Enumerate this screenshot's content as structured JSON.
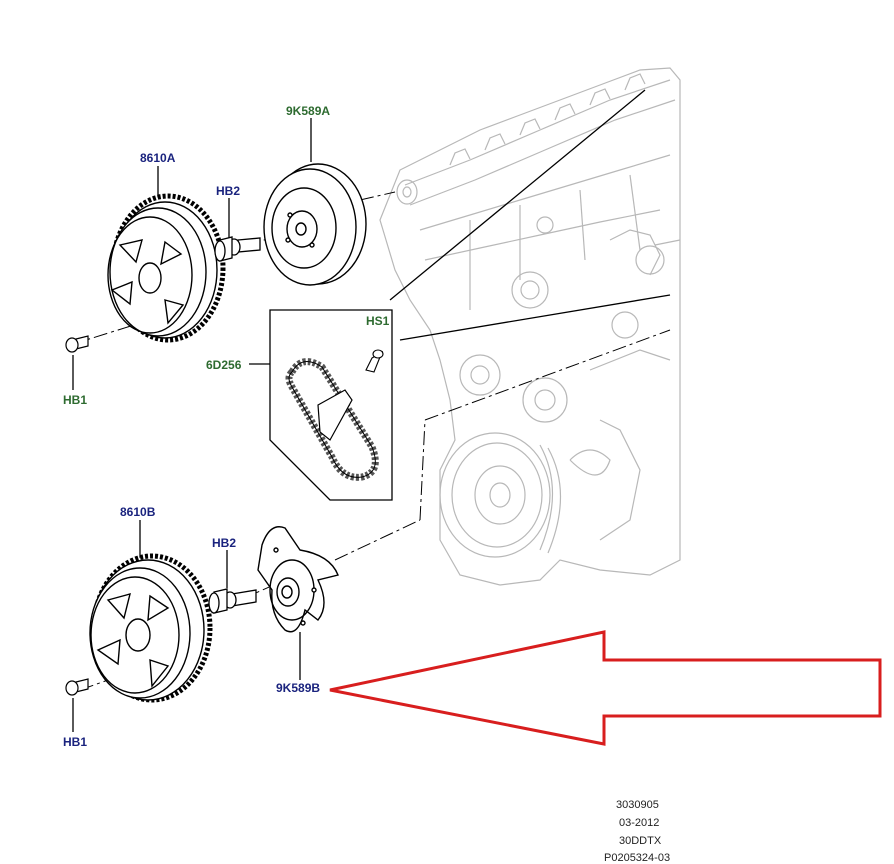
{
  "colors": {
    "callout_blue": "#1a237e",
    "callout_green": "#2e6b30",
    "line": "#000000",
    "engine_line": "#b8b8b8",
    "highlight_arrow": "#d81e1e"
  },
  "callouts": {
    "gear_upper": "8610A",
    "pulley_upper": "9K589A",
    "bolt_upper": "HB2",
    "bolt_small_upper": "HB1",
    "chain": "6D256",
    "screw": "HS1",
    "gear_lower": "8610B",
    "bolt_lower": "HB2",
    "bolt_small_lower": "HB1",
    "plate_lower": "9K589B"
  },
  "stamp": {
    "line1": "3030905",
    "line2": "03-2012",
    "line3": "30DDTX",
    "line4": "P0205324-03"
  }
}
